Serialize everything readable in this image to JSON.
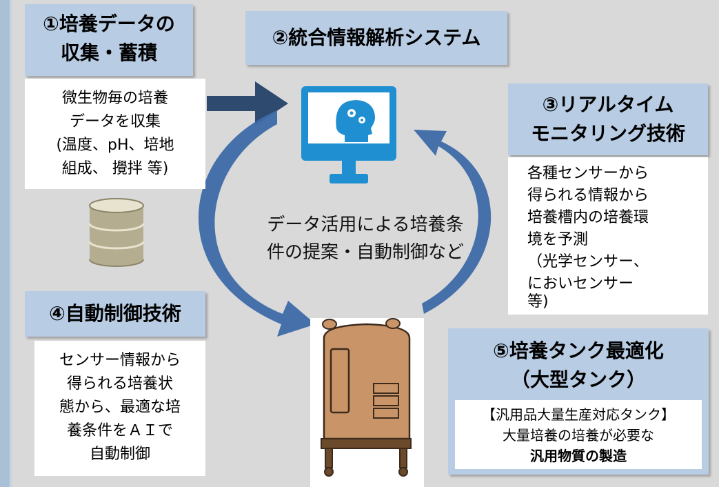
{
  "colors": {
    "header_bg": "#b8cce4",
    "arrow": "#2e5a94",
    "monitor": "#1f8fd1",
    "tank": "#c89468"
  },
  "icons": [
    "brain-gear-icon",
    "database-icon",
    "tank-icon",
    "monitor-icon"
  ],
  "step1": {
    "title_lines": [
      "①培養データの",
      "収集・蓄積"
    ],
    "body_lines": [
      "微生物毎の培養",
      "データを収集",
      "(温度、pH、培地",
      "組成、 攪拌  等)"
    ]
  },
  "step2": {
    "title": "②統合情報解析システム"
  },
  "step3": {
    "title_lines": [
      "③リアルタイム",
      "モニタリング技術"
    ],
    "body_lines": [
      "各種センサーから",
      "得られる情報から",
      "培養槽内の培養環",
      "境を予測",
      "（光学センサー、",
      "においセンサー",
      "等)"
    ]
  },
  "step4": {
    "title": "④自動制御技術",
    "body_lines": [
      "センサー情報から",
      "得られる培養状",
      "態から、最適な培",
      "養条件をＡＩで",
      "自動制御"
    ]
  },
  "step5": {
    "title_lines": [
      "⑤培養タンク最適化",
      "（大型タンク）"
    ],
    "body_lines": [
      "【汎用品大量生産対応タンク】",
      "大量培養の培養が必要な"
    ],
    "body_bold": "汎用物質の製造"
  },
  "center": {
    "lines": [
      "データ活用による培養条",
      "件の提案・自動制御など"
    ]
  }
}
